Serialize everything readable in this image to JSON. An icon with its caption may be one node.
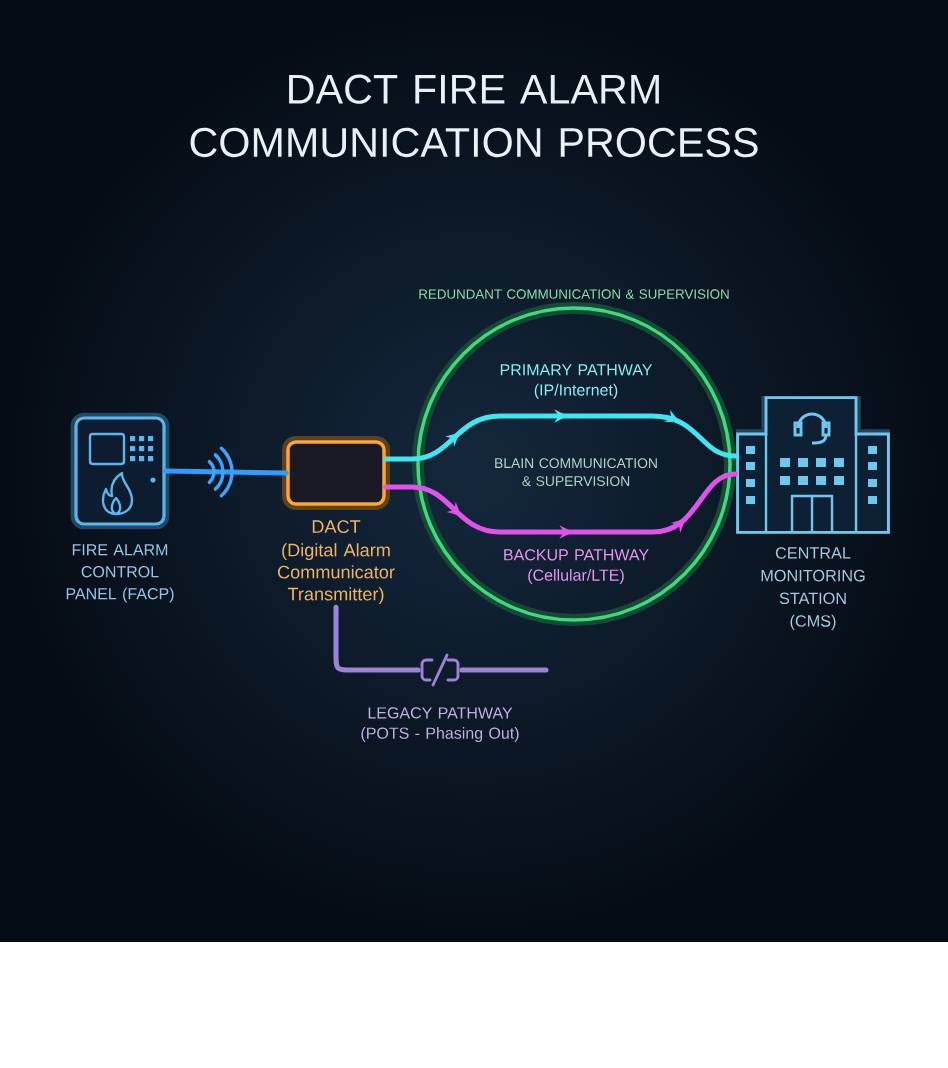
{
  "diagram": {
    "title": "DACT FIRE ALARM COMMUNICATION PROCESS",
    "nodes": [
      {
        "text": [
          "FIRE ALARM CONTROL PANEL (FACP)"
        ]
      },
      {
        "text": [
          "DACT",
          "(Digital Alarm Communicator Transmitter)"
        ]
      },
      {
        "text": [
          "CENTRAL MONITORING STATION (CMS)"
        ]
      }
    ],
    "edges": [
      {
        "from": 0,
        "to": 1,
        "arrow": "none",
        "color": "#2f9dff"
      },
      {
        "from": 1,
        "to": 2,
        "arrow": "to",
        "label": "PRIMARY PATHWAY (IP/Internet)",
        "color": "#3fe6ef"
      },
      {
        "from": 1,
        "to": 2,
        "arrow": "to",
        "label": "BACKUP PATHWAY (Cellular/LTE)",
        "color": "#e052ea"
      },
      {
        "from": 1,
        "to": null,
        "arrow": "none",
        "label": "LEGACY PATHWAY (POTS - Phasing Out)",
        "color": "#9c83d6"
      }
    ],
    "labels": [
      "REDUNDANT COMMUNICATION & SUPERVISION",
      "BLAIN COMMUNICATION & SUPERVISION"
    ]
  }
}
